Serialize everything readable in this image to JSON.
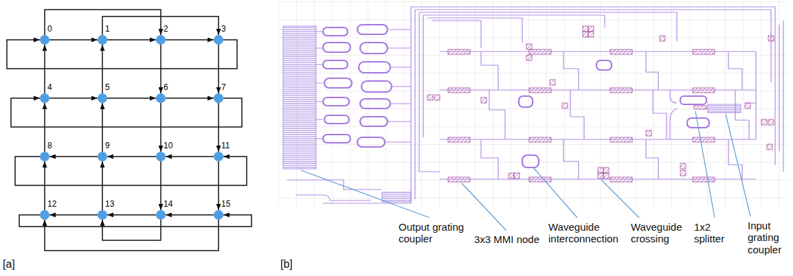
{
  "diagram": {
    "nodes": [
      {
        "text": [
          "0"
        ]
      },
      {
        "text": [
          "1"
        ]
      },
      {
        "text": [
          "2"
        ]
      },
      {
        "text": [
          "3"
        ]
      },
      {
        "text": [
          "4"
        ]
      },
      {
        "text": [
          "5"
        ]
      },
      {
        "text": [
          "6"
        ]
      },
      {
        "text": [
          "7"
        ]
      },
      {
        "text": [
          "8"
        ]
      },
      {
        "text": [
          "9"
        ]
      },
      {
        "text": [
          "10"
        ]
      },
      {
        "text": [
          "11"
        ]
      },
      {
        "text": [
          "12"
        ]
      },
      {
        "text": [
          "13"
        ]
      },
      {
        "text": [
          "14"
        ]
      },
      {
        "text": [
          "15"
        ]
      }
    ],
    "edges": [
      {
        "from": 0,
        "to": 1,
        "arrow": "to"
      },
      {
        "from": 1,
        "to": 2,
        "arrow": "to"
      },
      {
        "from": 2,
        "to": 3,
        "arrow": "to"
      },
      {
        "from": 4,
        "to": 5,
        "arrow": "to"
      },
      {
        "from": 5,
        "to": 6,
        "arrow": "to"
      },
      {
        "from": 6,
        "to": 7,
        "arrow": "to"
      },
      {
        "from": 11,
        "to": 10,
        "arrow": "to"
      },
      {
        "from": 10,
        "to": 9,
        "arrow": "to"
      },
      {
        "from": 9,
        "to": 8,
        "arrow": "to"
      },
      {
        "from": 15,
        "to": 14,
        "arrow": "to"
      },
      {
        "from": 14,
        "to": 13,
        "arrow": "to"
      },
      {
        "from": 13,
        "to": 12,
        "arrow": "to"
      },
      {
        "from": 4,
        "to": 0,
        "arrow": "to"
      },
      {
        "from": 8,
        "to": 4,
        "arrow": "to"
      },
      {
        "from": 12,
        "to": 8,
        "arrow": "to"
      },
      {
        "from": 5,
        "to": 1,
        "arrow": "to"
      },
      {
        "from": 9,
        "to": 5,
        "arrow": "to"
      },
      {
        "from": 13,
        "to": 9,
        "arrow": "to"
      },
      {
        "from": 2,
        "to": 6,
        "arrow": "to"
      },
      {
        "from": 6,
        "to": 10,
        "arrow": "to"
      },
      {
        "from": 10,
        "to": 14,
        "arrow": "to"
      },
      {
        "from": 3,
        "to": 7,
        "arrow": "to"
      },
      {
        "from": 7,
        "to": 11,
        "arrow": "to"
      },
      {
        "from": 11,
        "to": 15,
        "arrow": "to"
      },
      {
        "from": 0,
        "to": 2,
        "arrow": "to"
      },
      {
        "from": 1,
        "to": 3,
        "arrow": "to"
      },
      {
        "from": 3,
        "to": 0,
        "arrow": "to"
      },
      {
        "from": 7,
        "to": 4,
        "arrow": "to"
      },
      {
        "from": 8,
        "to": 11,
        "arrow": "to"
      },
      {
        "from": 12,
        "to": 15,
        "arrow": "to"
      },
      {
        "from": 14,
        "to": 13,
        "arrow": "to"
      },
      {
        "from": 15,
        "to": 12,
        "arrow": "to"
      }
    ],
    "labels": [
      "[a]",
      "[b]",
      "Output grating coupler",
      "3x3 MMI node",
      "Waveguide interconnection",
      "Waveguide crossing",
      "1x2 splitter",
      "Input grating coupler"
    ]
  }
}
